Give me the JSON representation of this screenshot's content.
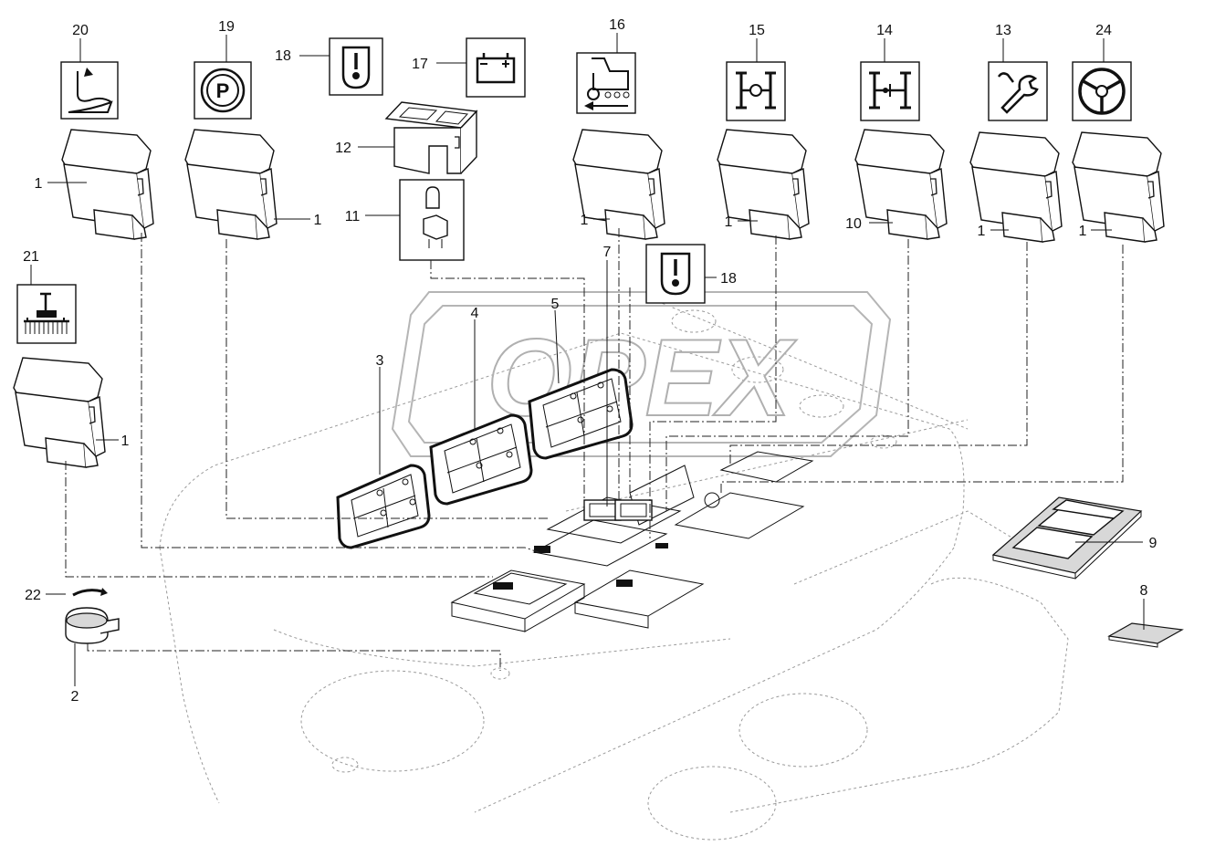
{
  "labels": {
    "p1a": "1",
    "p1b": "1",
    "p1c": "1",
    "p1d": "1",
    "p1e": "1",
    "p1f": "1",
    "p1g": "1",
    "p2": "2",
    "p3": "3",
    "p4": "4",
    "p5": "5",
    "p7": "7",
    "p8": "8",
    "p9": "9",
    "p10": "10",
    "p11": "11",
    "p12": "12",
    "p13": "13",
    "p14": "14",
    "p15": "15",
    "p16": "16",
    "p17": "17",
    "p18a": "18",
    "p18b": "18",
    "p19": "19",
    "p20": "20",
    "p21": "21",
    "p22": "22",
    "p24": "24"
  },
  "watermark": "OPEX",
  "symbols": {
    "sym20": "hitch-lift-icon",
    "sym19": "parking-brake-icon",
    "sym18": "oil-pressure-icon",
    "sym17": "battery-icon",
    "sym16": "tractor-reverse-icon",
    "sym15": "differential-lock-icon",
    "sym14": "four-wheel-drive-icon",
    "sym13": "wrench-icon",
    "sym24": "steering-wheel-icon",
    "sym21": "cultivator-icon"
  }
}
